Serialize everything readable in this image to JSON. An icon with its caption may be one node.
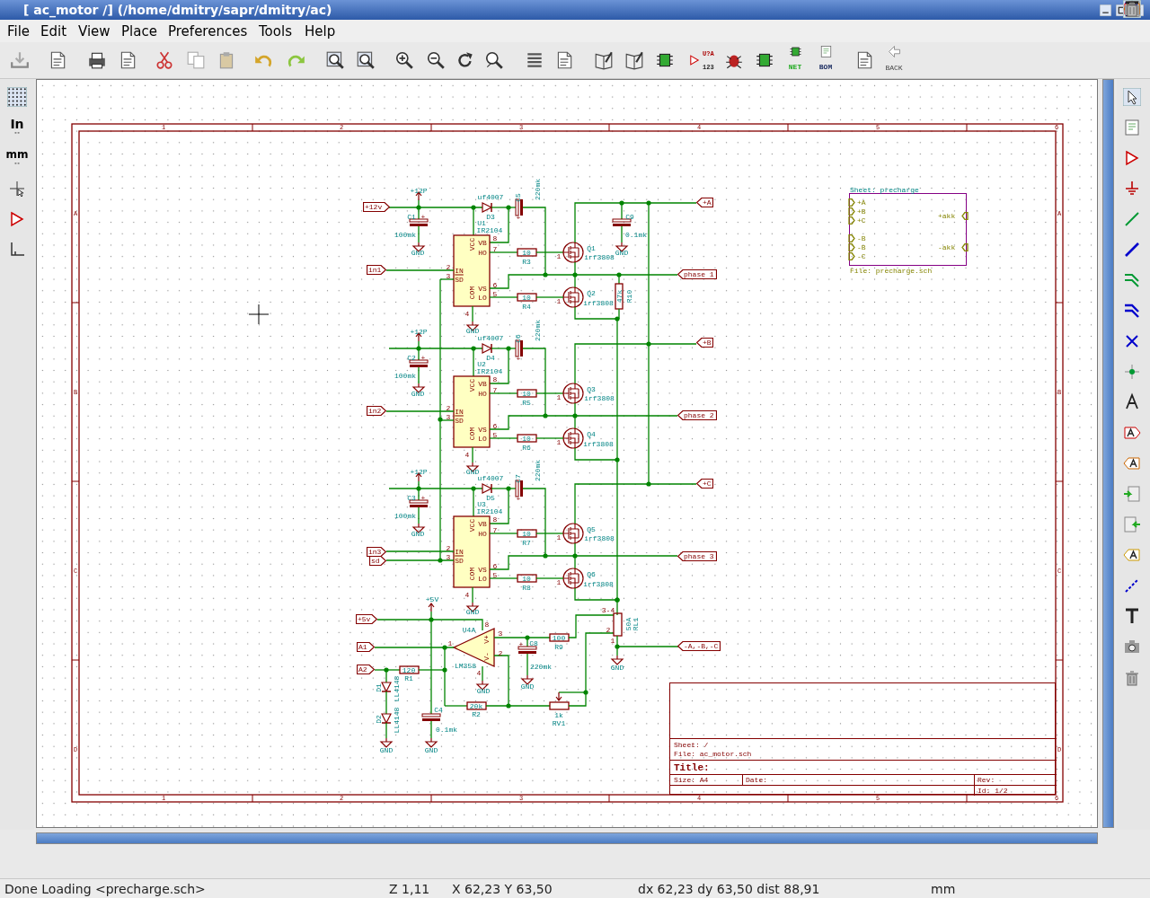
{
  "diagram": {
    "nodes": [
      {
        "text": [
          "+12v"
        ]
      },
      {
        "text": [
          "+A"
        ]
      },
      {
        "text": [
          "Sheet: precharge",
          "+A",
          "+B",
          "+C",
          "-B",
          "-B",
          "-C",
          "+akk",
          "-akk",
          "File: precharge.sch"
        ]
      },
      {
        "text": [
          "in1"
        ]
      },
      {
        "text": [
          "phase 1"
        ]
      },
      {
        "text": [
          "+B"
        ]
      },
      {
        "text": [
          "in2"
        ]
      },
      {
        "text": [
          "phase 2"
        ]
      },
      {
        "text": [
          "+C"
        ]
      },
      {
        "text": [
          "in3"
        ]
      },
      {
        "text": [
          "phase 3"
        ]
      },
      {
        "text": [
          "sd"
        ]
      },
      {
        "text": [
          "+5v"
        ]
      },
      {
        "text": [
          "A1"
        ]
      },
      {
        "text": [
          "-A,-B,-C"
        ]
      },
      {
        "text": [
          "A2"
        ]
      },
      {
        "text": [
          "Sheet: /",
          "File: ac_motor.sch",
          "Title:",
          "Size: A4",
          "Date:",
          "Rev:",
          "Id: 1/2"
        ]
      }
    ],
    "labels": [
      "[ ac_motor /] (/home/dmitry/sapr/dmitry/ac)",
      "File",
      "Edit",
      "View",
      "Place",
      "Preferences",
      "Tools",
      "Help",
      "U?A",
      "123",
      "NET",
      "BOM",
      "BACK",
      "In",
      "mm",
      "1",
      "2",
      "3",
      "4",
      "5",
      "6",
      "A",
      "A",
      "B",
      "B",
      "C",
      "C",
      "D",
      "D",
      "1",
      "2",
      "3",
      "4",
      "5",
      "6",
      "+12P",
      "C1",
      "+",
      "100mk",
      "GND",
      "uf4007",
      "D3",
      "C5",
      "220mk",
      "+",
      "U1",
      "IR2104",
      "VCC",
      "VB",
      "8",
      "HO",
      "7",
      "2",
      "IN",
      "3",
      "SD",
      "6",
      "VS",
      "5",
      "LO",
      "COM",
      "4",
      "GND",
      "10",
      "R3",
      "1",
      "Q1",
      "irf3808",
      "10",
      "R4",
      "1",
      "Q2",
      "irf3808",
      "C9",
      "0.1mk",
      "GND",
      "47k",
      "R10",
      "+12P",
      "C2",
      "+",
      "100mk",
      "GND",
      "uf4007",
      "D4",
      "C6",
      "220mk",
      "+",
      "U2",
      "IR2104",
      "VCC",
      "VB",
      "8",
      "HO",
      "7",
      "2",
      "IN",
      "3",
      "SD",
      "6",
      "VS",
      "5",
      "LO",
      "COM",
      "4",
      "GND",
      "10",
      "R5",
      "1",
      "Q3",
      "irf3808",
      "10",
      "R6",
      "1",
      "Q4",
      "irf3808",
      "+12P",
      "C3",
      "+",
      "100mk",
      "GND",
      "uf4007",
      "D5",
      "C7",
      "220mk",
      "+",
      "U3",
      "IR2104",
      "VCC",
      "VB",
      "8",
      "HO",
      "7",
      "2",
      "IN",
      "3",
      "SD",
      "6",
      "VS",
      "5",
      "LO",
      "COM",
      "4",
      "GND",
      "10",
      "R7",
      "1",
      "Q5",
      "irf3808",
      "10",
      "R8",
      "1",
      "Q6",
      "irf3808",
      "+5V",
      "U4A",
      "8",
      "3",
      "V+",
      "1",
      "V-",
      "2",
      "LM358",
      "4",
      "GND",
      "+",
      "C8",
      "220mk",
      "GND",
      "100",
      "R9",
      "3-4",
      "50A",
      "RL1",
      "2",
      "1",
      "GND",
      "120",
      "R1",
      "D1",
      "LL4148",
      "D2",
      "LL4148",
      "C4",
      "20k",
      "R2",
      "1k",
      "RV1",
      "0.1mk",
      "GND",
      "GND",
      "Done Loading <precharge.sch>",
      "Z 1,11",
      "X 62,23  Y 63,50",
      "dx 62,23  dy 63,50  dist 88,91",
      "mm"
    ]
  }
}
